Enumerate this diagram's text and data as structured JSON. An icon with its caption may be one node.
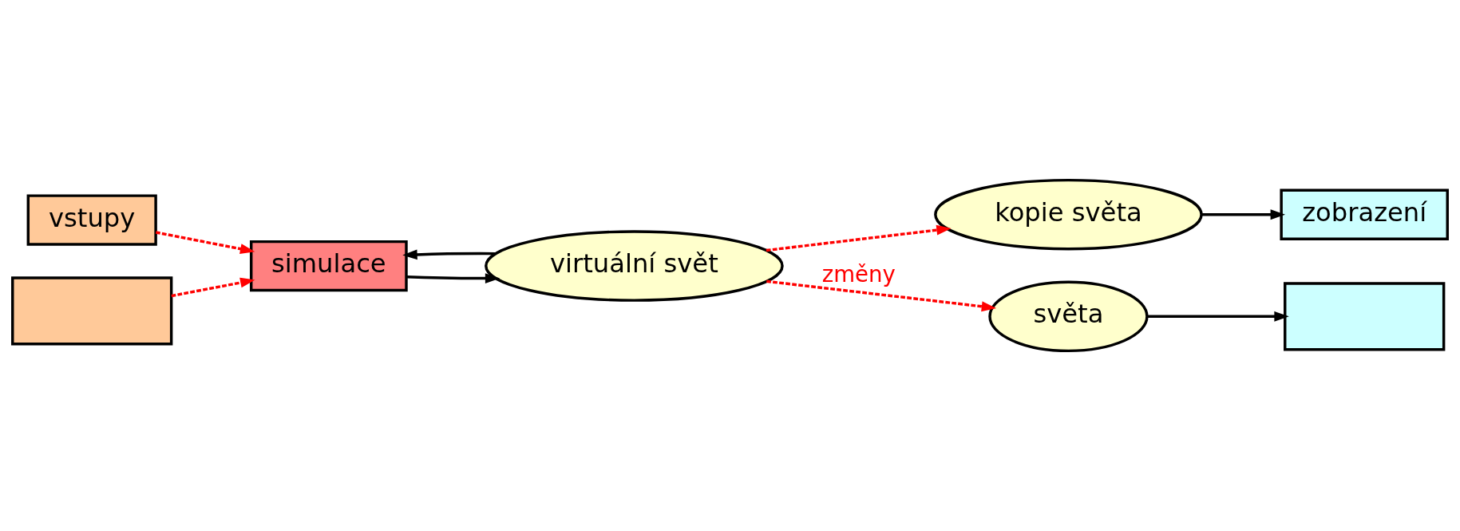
{
  "diagram": {
    "nodes": [
      {
        "text": [
          "vstupy"
        ]
      },
      {
        "text": [],
        "shape": "box"
      },
      {
        "text": [
          "simulace"
        ]
      },
      {
        "text": [
          "virtuální svět"
        ]
      },
      {
        "text": [
          "zobrazení"
        ]
      },
      {
        "text": [],
        "shape": "box"
      },
      {
        "text": [
          "kopie světa"
        ]
      },
      {
        "text": [
          "světa"
        ]
      }
    ],
    "edges": [
      {
        "from": 0,
        "to": 2,
        "arrow": "to",
        "style": "dashed",
        "color": "#ff0000"
      },
      {
        "from": 1,
        "to": 2,
        "arrow": "to",
        "style": "dashed",
        "color": "#ff0000"
      },
      {
        "from": 2,
        "to": 3,
        "arrow": "to",
        "color": "#000000"
      },
      {
        "from": 3,
        "to": 2,
        "arrow": "to",
        "color": "#000000"
      },
      {
        "from": 3,
        "to": 6,
        "arrow": "to",
        "style": "dashed",
        "color": "#ff0000"
      },
      {
        "from": 3,
        "to": 7,
        "arrow": "to",
        "style": "dashed",
        "color": "#ff0000",
        "label": "změny"
      },
      {
        "from": 6,
        "to": 4,
        "arrow": "to",
        "color": "#000000"
      },
      {
        "from": 7,
        "to": 5,
        "arrow": "to",
        "color": "#000000"
      }
    ]
  }
}
